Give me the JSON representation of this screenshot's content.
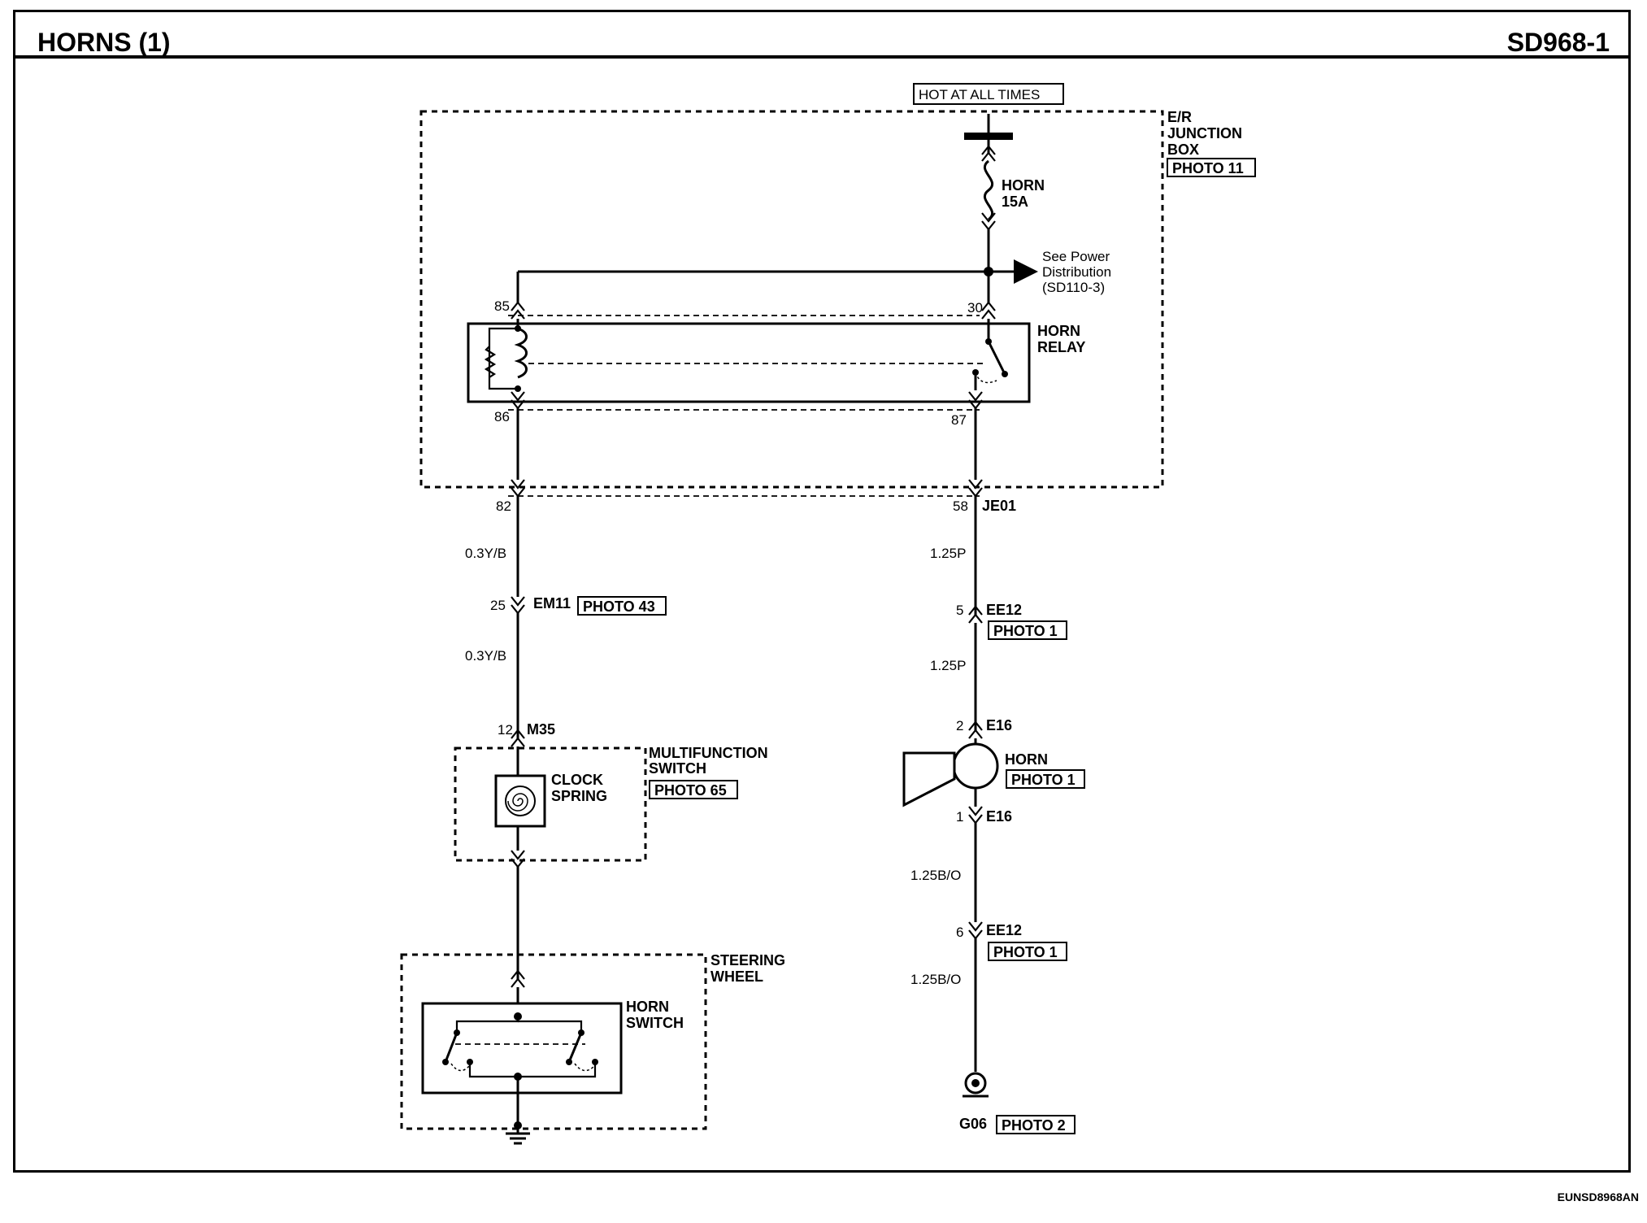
{
  "header": {
    "title": "HORNS (1)",
    "code": "SD968-1"
  },
  "footer": {
    "ref": "EUNSD8968AN"
  },
  "labels": {
    "hot": "HOT AT ALL TIMES",
    "er_box_line1": "E/R",
    "er_box_line2": "JUNCTION",
    "er_box_line3": "BOX",
    "er_box_photo": "PHOTO 11",
    "fuse_name": "HORN",
    "fuse_rating": "15A",
    "see_power_1": "See Power",
    "see_power_2": "Distribution",
    "see_power_3": "(SD110-3)",
    "relay_line1": "HORN",
    "relay_line2": "RELAY",
    "pin_85": "85",
    "pin_30": "30",
    "pin_86": "86",
    "pin_87": "87",
    "pin_82": "82",
    "pin_58": "58",
    "conn_je01": "JE01",
    "wire_03yb_1": "0.3Y/B",
    "wire_03yb_2": "0.3Y/B",
    "pin_25": "25",
    "conn_em11": "EM11",
    "photo_43": "PHOTO 43",
    "pin_12": "12",
    "conn_m35": "M35",
    "mfs_line1": "MULTIFUNCTION",
    "mfs_line2": "SWITCH",
    "photo_65": "PHOTO 65",
    "clock_line1": "CLOCK",
    "clock_line2": "SPRING",
    "sw_line1": "STEERING",
    "sw_line2": "WHEEL",
    "hs_line1": "HORN",
    "hs_line2": "SWITCH",
    "wire_125p_1": "1.25P",
    "pin_5": "5",
    "conn_ee12_a": "EE12",
    "photo_1_a": "PHOTO 1",
    "wire_125p_2": "1.25P",
    "pin_2": "2",
    "conn_e16_a": "E16",
    "horn": "HORN",
    "photo_1_b": "PHOTO 1",
    "pin_1": "1",
    "conn_e16_b": "E16",
    "wire_125bo_1": "1.25B/O",
    "pin_6": "6",
    "conn_ee12_b": "EE12",
    "photo_1_c": "PHOTO 1",
    "wire_125bo_2": "1.25B/O",
    "ground": "G06",
    "photo_2": "PHOTO 2"
  }
}
